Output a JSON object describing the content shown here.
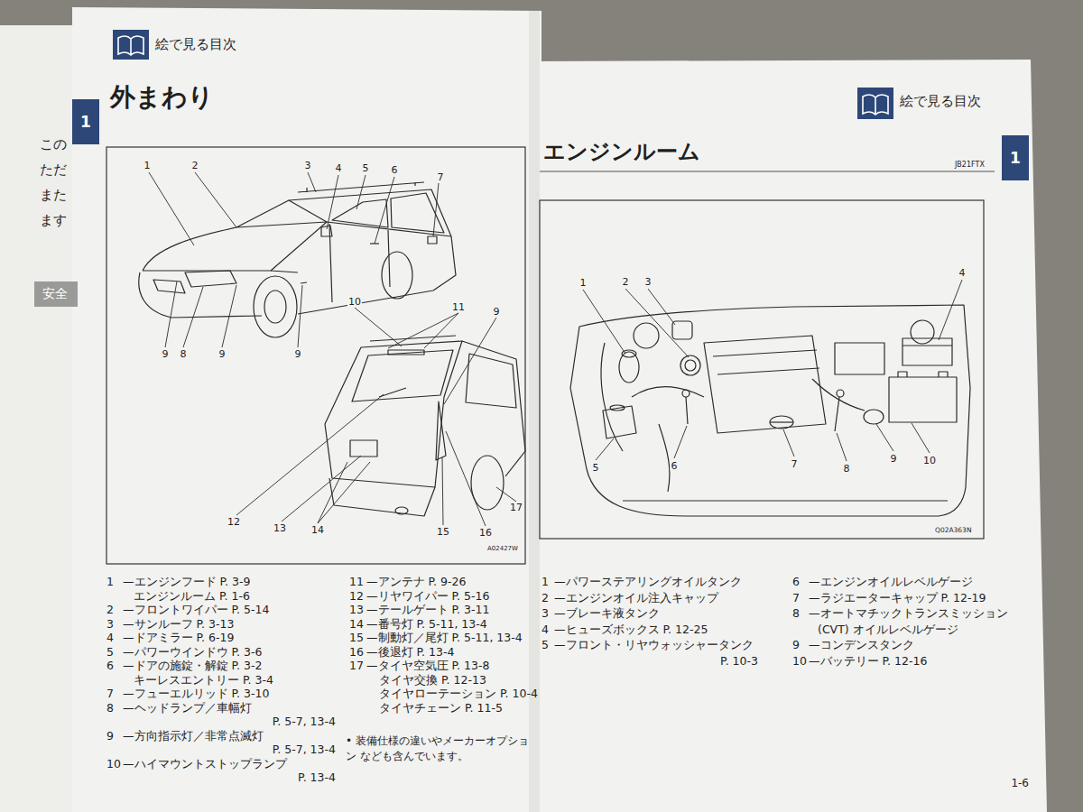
{
  "diagram": {
    "nodes": [
      {
        "text": [
          "1"
        ]
      },
      {
        "text": [
          "1"
        ]
      }
    ],
    "labels": [
      "この",
      "ただ",
      "また",
      "ます",
      "安全",
      "絵で見る目次",
      "外まわり",
      "絵で見る目次",
      "エンジンルーム",
      "JB21FTX",
      "1",
      "2",
      "3",
      "4",
      "5",
      "6",
      "7",
      "9",
      "8",
      "9",
      "9",
      "10",
      "11",
      "9",
      "12",
      "13",
      "14",
      "15",
      "16",
      "17",
      "A02427W",
      "1",
      "2",
      "3",
      "4",
      "5",
      "6",
      "7",
      "8",
      "9",
      "10",
      "Q02A363N",
      "1",
      "—エンジンフード P. 3-9",
      "エンジンルーム P. 1-6",
      "2",
      "—フロントワイパー P. 5-14",
      "3",
      "—サンルーフ P. 3-13",
      "4",
      "—ドアミラー P. 6-19",
      "5",
      "—パワーウインドウ P. 3-6",
      "6",
      "—ドアの施錠・解錠 P. 3-2",
      "キーレスエントリー P. 3-4",
      "7",
      "—フューエルリッド P. 3-10",
      "8",
      "—ヘッドランプ／車幅灯",
      "P. 5-7, 13-4",
      "9",
      "—方向指示灯／非常点滅灯",
      "P. 5-7, 13-4",
      "10",
      "—ハイマウントストップランプ",
      "P. 13-4",
      "11",
      "—アンテナ P. 9-26",
      "12",
      "—リヤワイパー P. 5-16",
      "13",
      "—テールゲート P. 3-11",
      "14",
      "—番号灯 P. 5-11, 13-4",
      "15",
      "—制動灯／尾灯 P. 5-11, 13-4",
      "16",
      "—後退灯 P. 13-4",
      "17",
      "—タイヤ空気圧 P. 13-8",
      "タイヤ交換 P. 12-13",
      "タイヤローテーション P. 10-4",
      "タイヤチェーン P. 11-5",
      "• 装備仕様の違いやメーカーオプション なども含んでいます。",
      "1",
      "—パワーステアリングオイルタンク",
      "2",
      "—エンジンオイル注入キャップ",
      "3",
      "—ブレーキ液タンク",
      "4",
      "—ヒューズボックス P. 12-25",
      "5",
      "—フロント・リヤウォッシャータンク",
      "P. 10-3",
      "6",
      "—エンジンオイルレベルゲージ",
      "7",
      "—ラジエーターキャップ P. 12-19",
      "8",
      "—オートマチックトランスミッション",
      "(CVT) オイルレベルゲージ",
      "9",
      "—コンデンスタンク",
      "10",
      "—バッテリー P. 12-16",
      "1-6"
    ]
  }
}
